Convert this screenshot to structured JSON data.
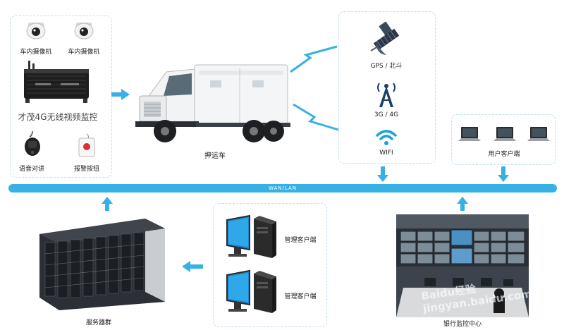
{
  "vehicle_panel": {
    "camera_left_label": "车内摄像机",
    "camera_right_label": "车内摄像机",
    "device_label": "才茂4G无线视频监控",
    "intercom_label": "语音对讲",
    "alarm_label": "报警按钮"
  },
  "truck_label": "押运车",
  "network_panel": {
    "gps_label": "GPS / 北斗",
    "cellular_label": "3G / 4G",
    "wifi_label": "WIFI"
  },
  "user_panel": {
    "label": "用户客户端"
  },
  "wan_label": "WAN/LAN",
  "server_label": "服务器群",
  "management_panel": {
    "client_top_label": "管理客户端",
    "client_bottom_label": "管理客户端"
  },
  "bank_label": "银行监控中心",
  "watermark": "Baidu经验 jingyan.baidu.com",
  "colors": {
    "accent": "#37b0e4",
    "dashed": "#bfe0ee"
  }
}
